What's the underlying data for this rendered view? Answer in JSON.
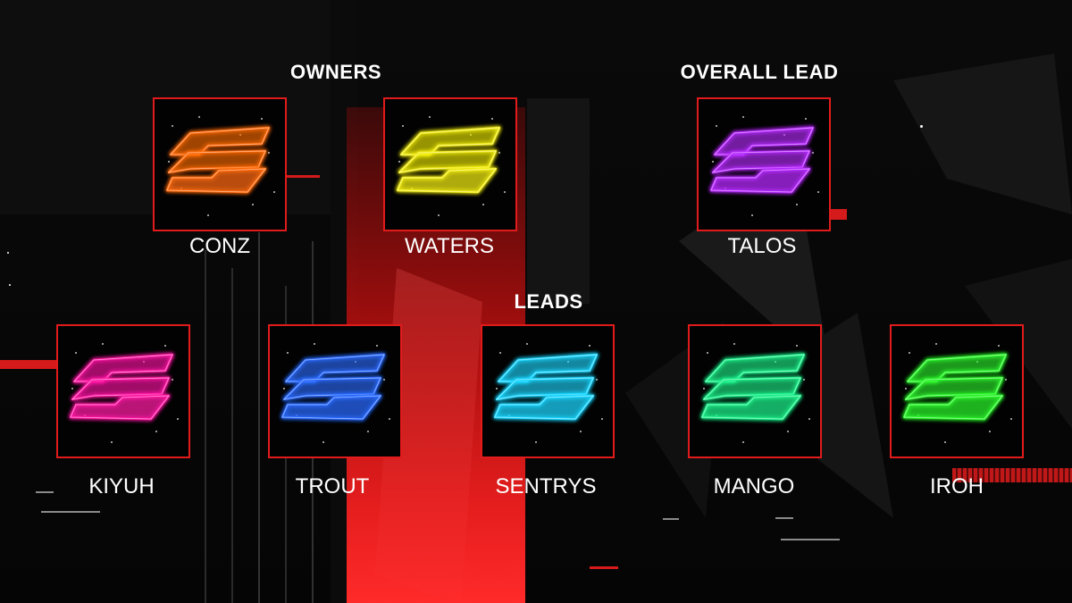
{
  "headings": {
    "owners": "OWNERS",
    "overall_lead": "OVERALL LEAD",
    "leads": "LEADS"
  },
  "members": [
    {
      "name": "CONZ",
      "color": "#ff6a10"
    },
    {
      "name": "WATERS",
      "color": "#f2ec12"
    },
    {
      "name": "TALOS",
      "color": "#b82cff"
    },
    {
      "name": "KIYUH",
      "color": "#ff1aa4"
    },
    {
      "name": "TROUT",
      "color": "#2a6bff"
    },
    {
      "name": "SENTRYS",
      "color": "#1cd6ff"
    },
    {
      "name": "MANGO",
      "color": "#1ff08a"
    },
    {
      "name": "IROH",
      "color": "#2cf52c"
    }
  ],
  "colors": {
    "accent": "#e11b1b",
    "background": "#050505"
  }
}
